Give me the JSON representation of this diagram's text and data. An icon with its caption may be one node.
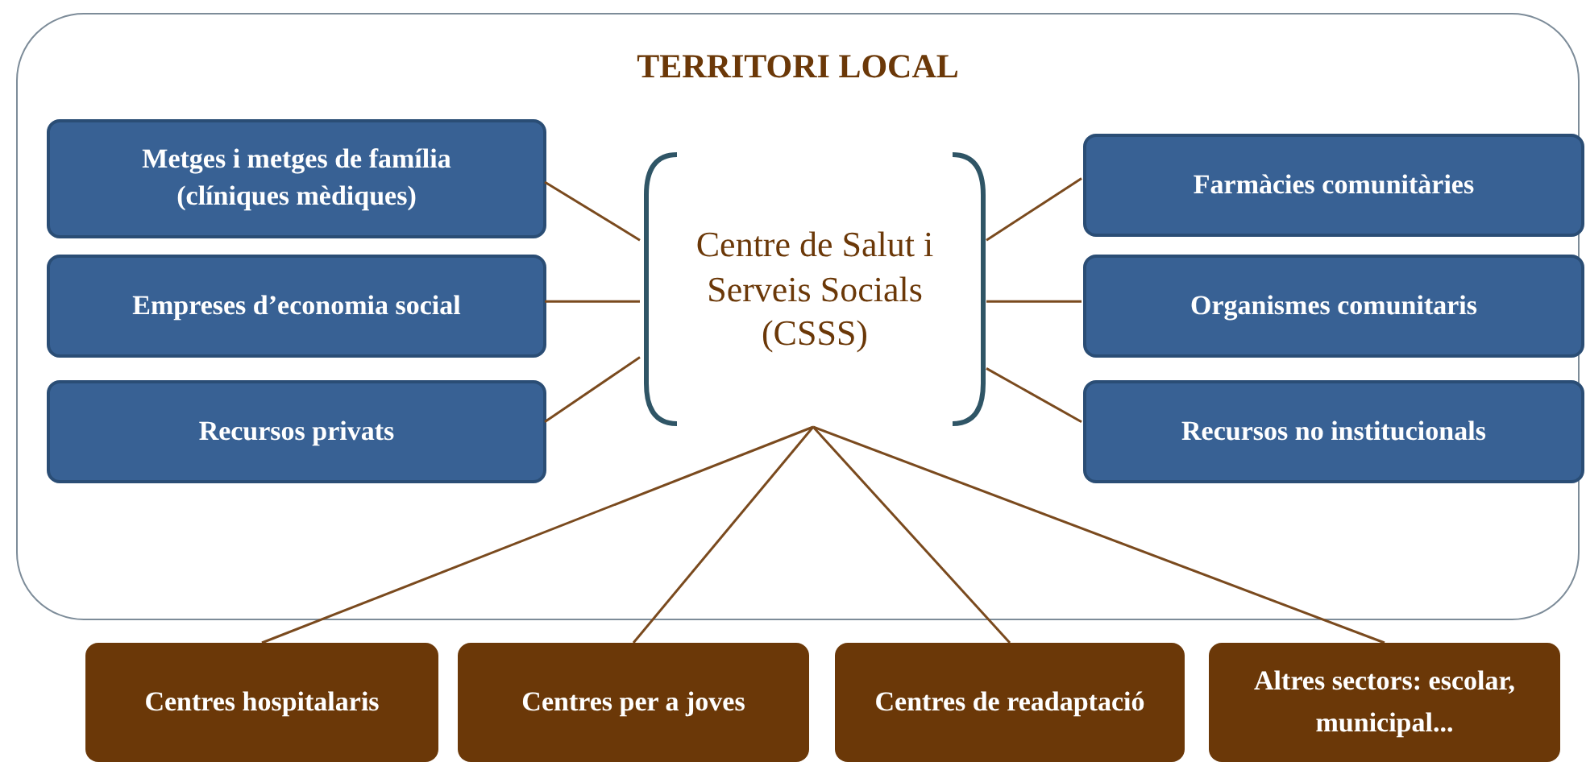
{
  "diagram": {
    "nodes": [
      {
        "text": [
          "TERRITORI LOCAL"
        ]
      },
      {
        "text": [
          "Metges i metges de família (clíniques mèdiques)"
        ],
        "in": 0
      },
      {
        "text": [
          "Empreses d’economia social"
        ],
        "in": 0
      },
      {
        "text": [
          "Recursos privats"
        ],
        "in": 0
      },
      {
        "text": [
          "Centre de Salut i Serveis Socials (CSSS)"
        ],
        "in": 0
      },
      {
        "text": [
          "Farmàcies comunitàries"
        ],
        "in": 0
      },
      {
        "text": [
          "Organismes comunitaris"
        ],
        "in": 0
      },
      {
        "text": [
          "Recursos no institucionals"
        ],
        "in": 0
      },
      {
        "text": [
          "Centres hospitalaris"
        ]
      },
      {
        "text": [
          "Centres per a joves"
        ]
      },
      {
        "text": [
          "Centres de readaptació"
        ]
      },
      {
        "text": [
          "Altres sectors: escolar, municipal..."
        ]
      }
    ],
    "edges": [
      {
        "from": 1,
        "to": 4,
        "arrow": "none"
      },
      {
        "from": 2,
        "to": 4,
        "arrow": "none"
      },
      {
        "from": 3,
        "to": 4,
        "arrow": "none"
      },
      {
        "from": 4,
        "to": 5,
        "arrow": "none"
      },
      {
        "from": 4,
        "to": 6,
        "arrow": "none"
      },
      {
        "from": 4,
        "to": 7,
        "arrow": "none"
      },
      {
        "from": 4,
        "to": 8,
        "arrow": "none"
      },
      {
        "from": 4,
        "to": 9,
        "arrow": "none"
      },
      {
        "from": 4,
        "to": 10,
        "arrow": "none"
      },
      {
        "from": 4,
        "to": 11,
        "arrow": "none"
      }
    ]
  }
}
